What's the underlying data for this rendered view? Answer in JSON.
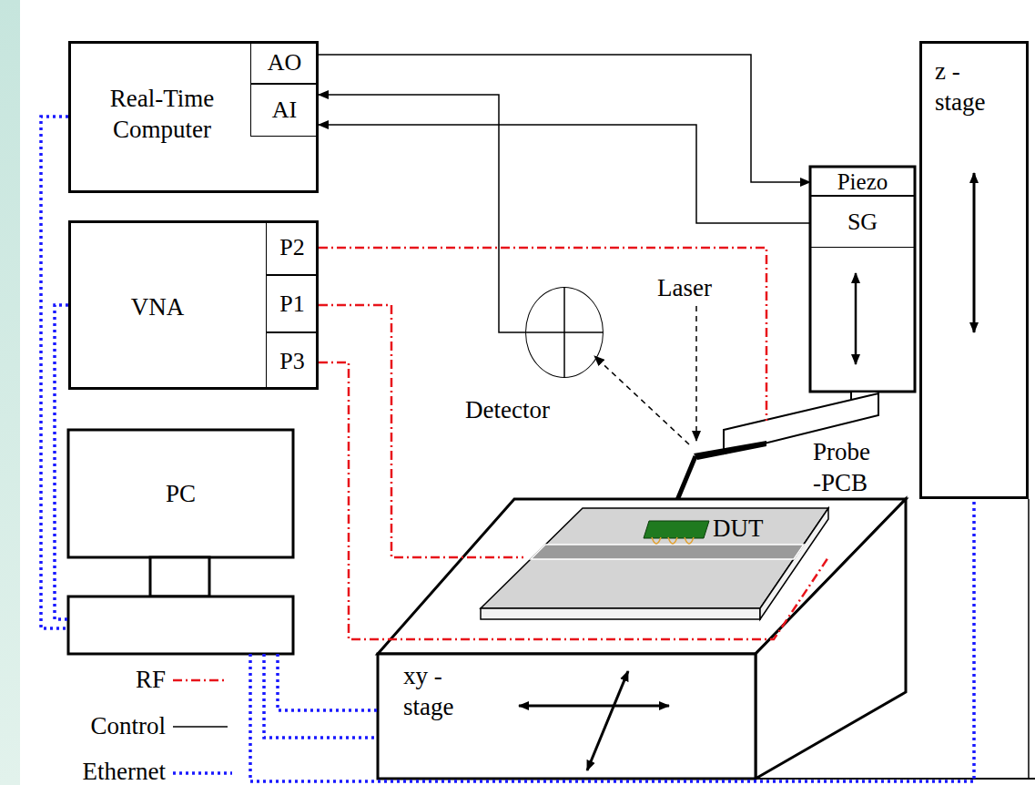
{
  "diagram": {
    "nodes": [
      {
        "text": [
          "Real-Time Computer"
        ]
      },
      {
        "text": [
          "AO"
        ],
        "in": 0
      },
      {
        "text": [
          "AI"
        ],
        "in": 0
      },
      {
        "text": [
          "VNA"
        ]
      },
      {
        "text": [
          "P2"
        ],
        "in": 3
      },
      {
        "text": [
          "P1"
        ],
        "in": 3
      },
      {
        "text": [
          "P3"
        ],
        "in": 3
      },
      {
        "text": [
          "PC"
        ]
      },
      {
        "text": [
          "Piezo"
        ]
      },
      {
        "text": [
          "SG"
        ]
      },
      {
        "text": [
          "z - stage"
        ]
      },
      {
        "text": [
          "Detector"
        ]
      },
      {
        "text": [
          "Probe -PCB"
        ]
      },
      {
        "text": [
          "DUT"
        ]
      },
      {
        "text": [
          "xy - stage"
        ]
      }
    ],
    "edges": [
      {
        "from": 1,
        "to": 8,
        "arrow": "to"
      },
      {
        "from": 9,
        "to": 2,
        "arrow": "to"
      },
      {
        "from": 11,
        "to": 2,
        "arrow": "to"
      },
      {
        "from": 4,
        "to": 12,
        "arrow": "none"
      },
      {
        "from": 5,
        "to": 13,
        "arrow": "none"
      },
      {
        "from": 6,
        "to": 13,
        "arrow": "none"
      },
      {
        "from": 0,
        "to": 7,
        "arrow": "none"
      },
      {
        "from": 3,
        "to": 7,
        "arrow": "none"
      },
      {
        "from": 7,
        "to": 14,
        "arrow": "none"
      },
      {
        "from": 7,
        "to": 14,
        "arrow": "none"
      },
      {
        "from": 7,
        "to": 10,
        "arrow": "none"
      }
    ],
    "labels": [
      "Laser"
    ],
    "legend": [
      {
        "text": "RF"
      },
      {
        "text": "Control"
      },
      {
        "text": "Ethernet"
      }
    ]
  }
}
